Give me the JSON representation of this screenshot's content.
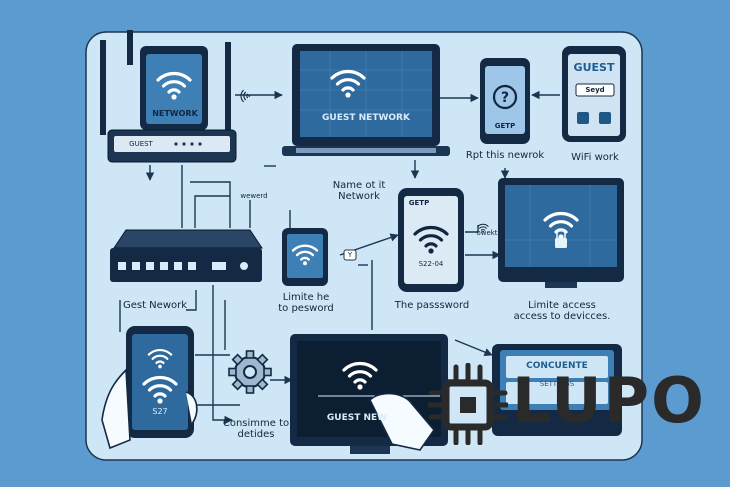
{
  "labels": {
    "router_phone_screen": "NETWORK",
    "router_badge": "GUEST",
    "monitor_screen": "GUEST NETWORK",
    "phone_top_label": "GETP",
    "phone_top_caption": "Rpt this newrok",
    "guest_tablet_title": "GUEST",
    "guest_tablet_field": "Seyd",
    "wifi_work_caption": "WiFi work",
    "name_caption": "Name ot it\nNetwork",
    "router_tag": "wewerd",
    "center_phone_label": "GETP",
    "center_phone_code": "S22-04",
    "password_caption": "The passsword",
    "modem_caption": "Gest Nework",
    "small_phone_caption": "Limite he\nto pesword",
    "small_tag": "Y",
    "right_tag": "owekt",
    "limit_access_caption": "Limite access\naccess to devicces.",
    "handheld_code": "S27",
    "gear_caption": "Consimme to\ndetides",
    "bottom_monitor_screen": "GUEST NEW",
    "tablet_title": "CONCUENTE",
    "tablet_sub": "SETTINGS",
    "watermark": "LUPO"
  },
  "icons": [
    "wifi-icon",
    "router-icon",
    "monitor-icon",
    "phone-icon",
    "question-icon",
    "lock-icon",
    "gear-icon",
    "hand-icon",
    "chip-icon"
  ],
  "colors": {
    "background": "#5b9bd0",
    "board": "#cfe6f6",
    "dark": "#142a44",
    "screen_blue": "#2f6a9e",
    "line": "#1d3550"
  }
}
